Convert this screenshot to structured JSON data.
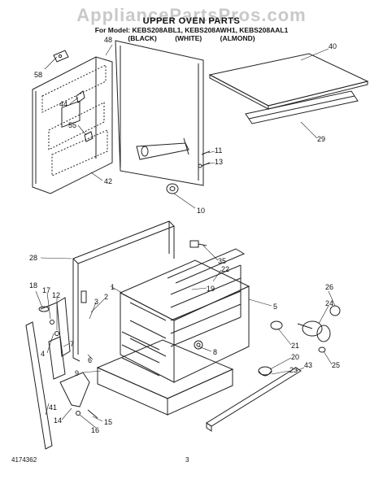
{
  "header": {
    "watermark": "AppliancePartsPros.com",
    "title": "UPPER OVEN PARTS",
    "models_line": "For Model: KEBS208ABL1, KEBS208AWH1, KEBS208AAL1",
    "colors": [
      "(BLACK)",
      "(WHITE)",
      "(ALMOND)"
    ]
  },
  "callouts": [
    "58",
    "48",
    "44",
    "55",
    "42",
    "40",
    "29",
    "11",
    "13",
    "10",
    "28",
    "35",
    "22",
    "1",
    "19",
    "5",
    "26",
    "24",
    "18",
    "17",
    "12",
    "2",
    "3",
    "4",
    "7",
    "6",
    "8",
    "21",
    "20",
    "23",
    "43",
    "25",
    "9",
    "41",
    "14",
    "15",
    "16"
  ],
  "footer": {
    "doc_number": "4174362",
    "page": "3"
  }
}
